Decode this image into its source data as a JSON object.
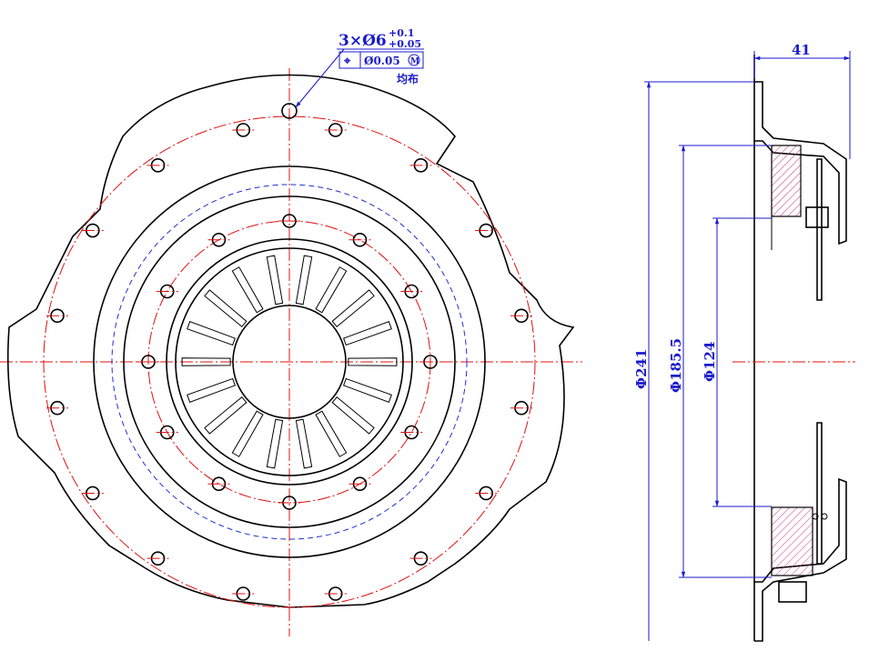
{
  "annotation": {
    "hole_spec_prefix": "3×Ø6",
    "tol_upper": "+0.1",
    "tol_lower": "+0.05",
    "position_symbol": "⌖",
    "position_tolerance": "Ø0.05",
    "mmc_symbol": "M",
    "note": "均布"
  },
  "dimensions": {
    "width": "41",
    "outer_diameter": "Φ241",
    "pcd_diameter": "Φ185.5",
    "inner_diameter": "Φ124"
  },
  "colors": {
    "outline": "#000000",
    "centerline": "#e01010",
    "hidden": "#2030d0",
    "dimension": "#1a1acc",
    "section_hatch": "#d03090"
  }
}
